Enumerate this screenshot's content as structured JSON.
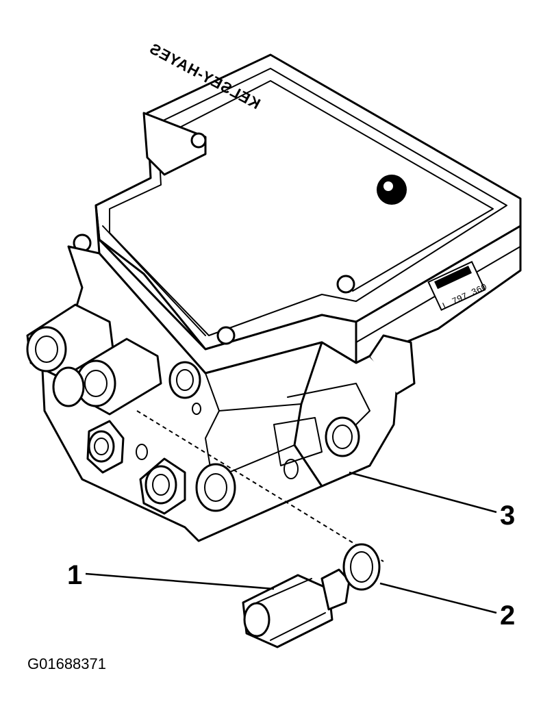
{
  "figure_id": "G01688371",
  "callouts": [
    {
      "id": "1",
      "label": "1"
    },
    {
      "id": "2",
      "label": "2"
    },
    {
      "id": "3",
      "label": "3"
    }
  ],
  "brand_text": "KELSEY-HAYES",
  "module_part_text": "L 797 360"
}
